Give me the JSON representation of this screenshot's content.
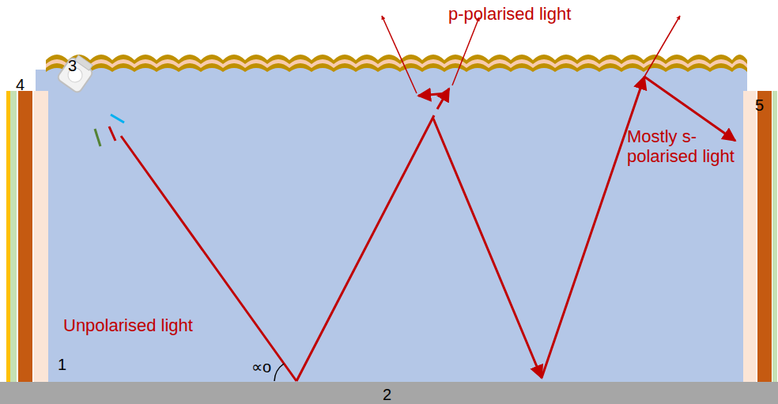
{
  "diagram": {
    "labels": [
      "p-polarised light",
      "Unpolarised light",
      "Mostly s-polarised light",
      "1",
      "2",
      "3",
      "4",
      "5",
      "∝o"
    ]
  }
}
